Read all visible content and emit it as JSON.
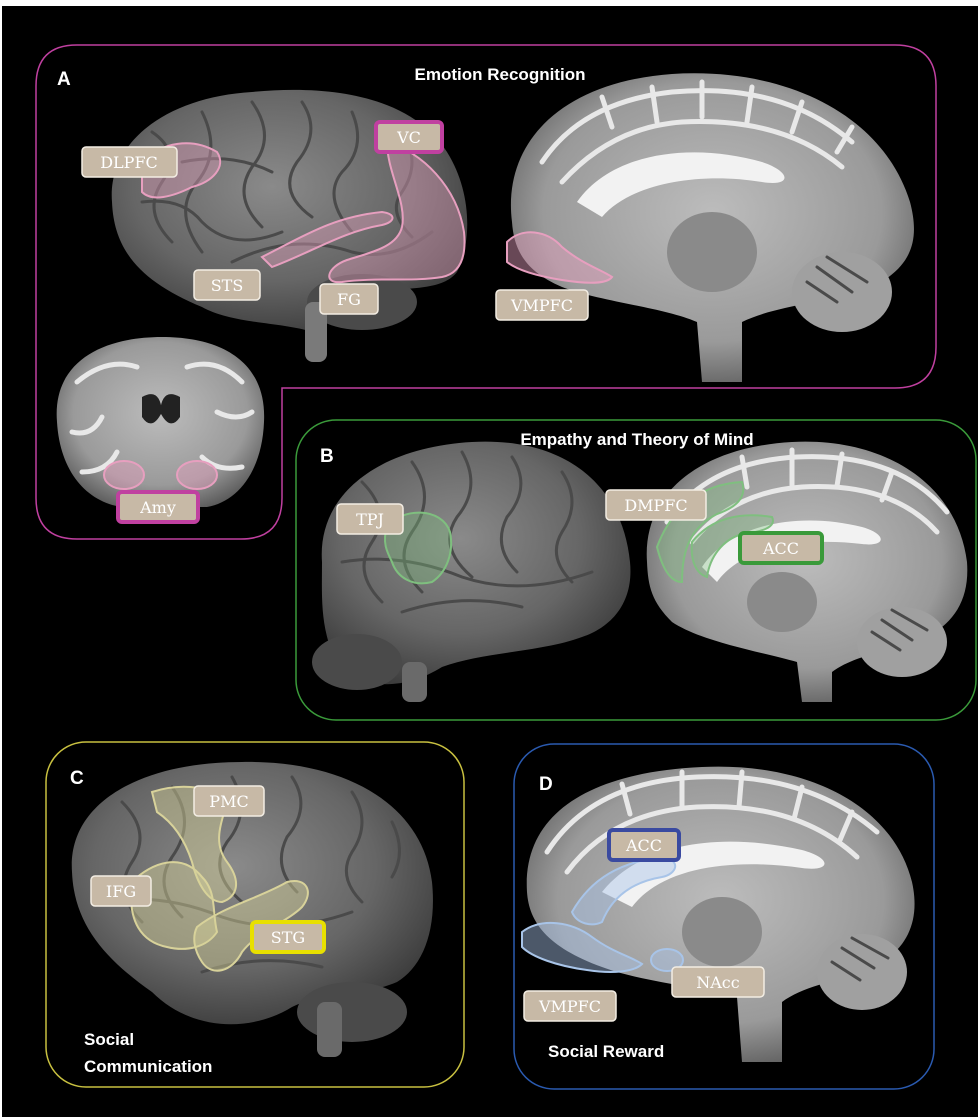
{
  "colors": {
    "panel_a": "#c040a0",
    "panel_b": "#3a9a3a",
    "panel_c": "#c8c040",
    "panel_d": "#2a5ab0",
    "region_a": "#e79fbf",
    "region_b": "#7fbf7f",
    "region_c": "#d8d29a",
    "region_d": "#a8c4e8",
    "label_fill": "#c7b9a6",
    "background": "#000000"
  },
  "panels": {
    "a": {
      "letter": "A",
      "title": "Emotion Recognition",
      "labels": {
        "dlpfc": "DLPFC",
        "vc": "VC",
        "sts": "STS",
        "fg": "FG",
        "vmpfc": "VMPFC",
        "amy": "Amy"
      }
    },
    "b": {
      "letter": "B",
      "title": "Empathy and Theory of Mind",
      "labels": {
        "tpj": "TPJ",
        "dmpfc": "DMPFC",
        "acc": "ACC"
      }
    },
    "c": {
      "letter": "C",
      "title_line1": "Social",
      "title_line2": "Communication",
      "labels": {
        "pmc": "PMC",
        "ifg": "IFG",
        "stg": "STG"
      }
    },
    "d": {
      "letter": "D",
      "title": "Social Reward",
      "labels": {
        "acc": "ACC",
        "vmpfc": "VMPFC",
        "nacc": "NAcc"
      }
    }
  }
}
